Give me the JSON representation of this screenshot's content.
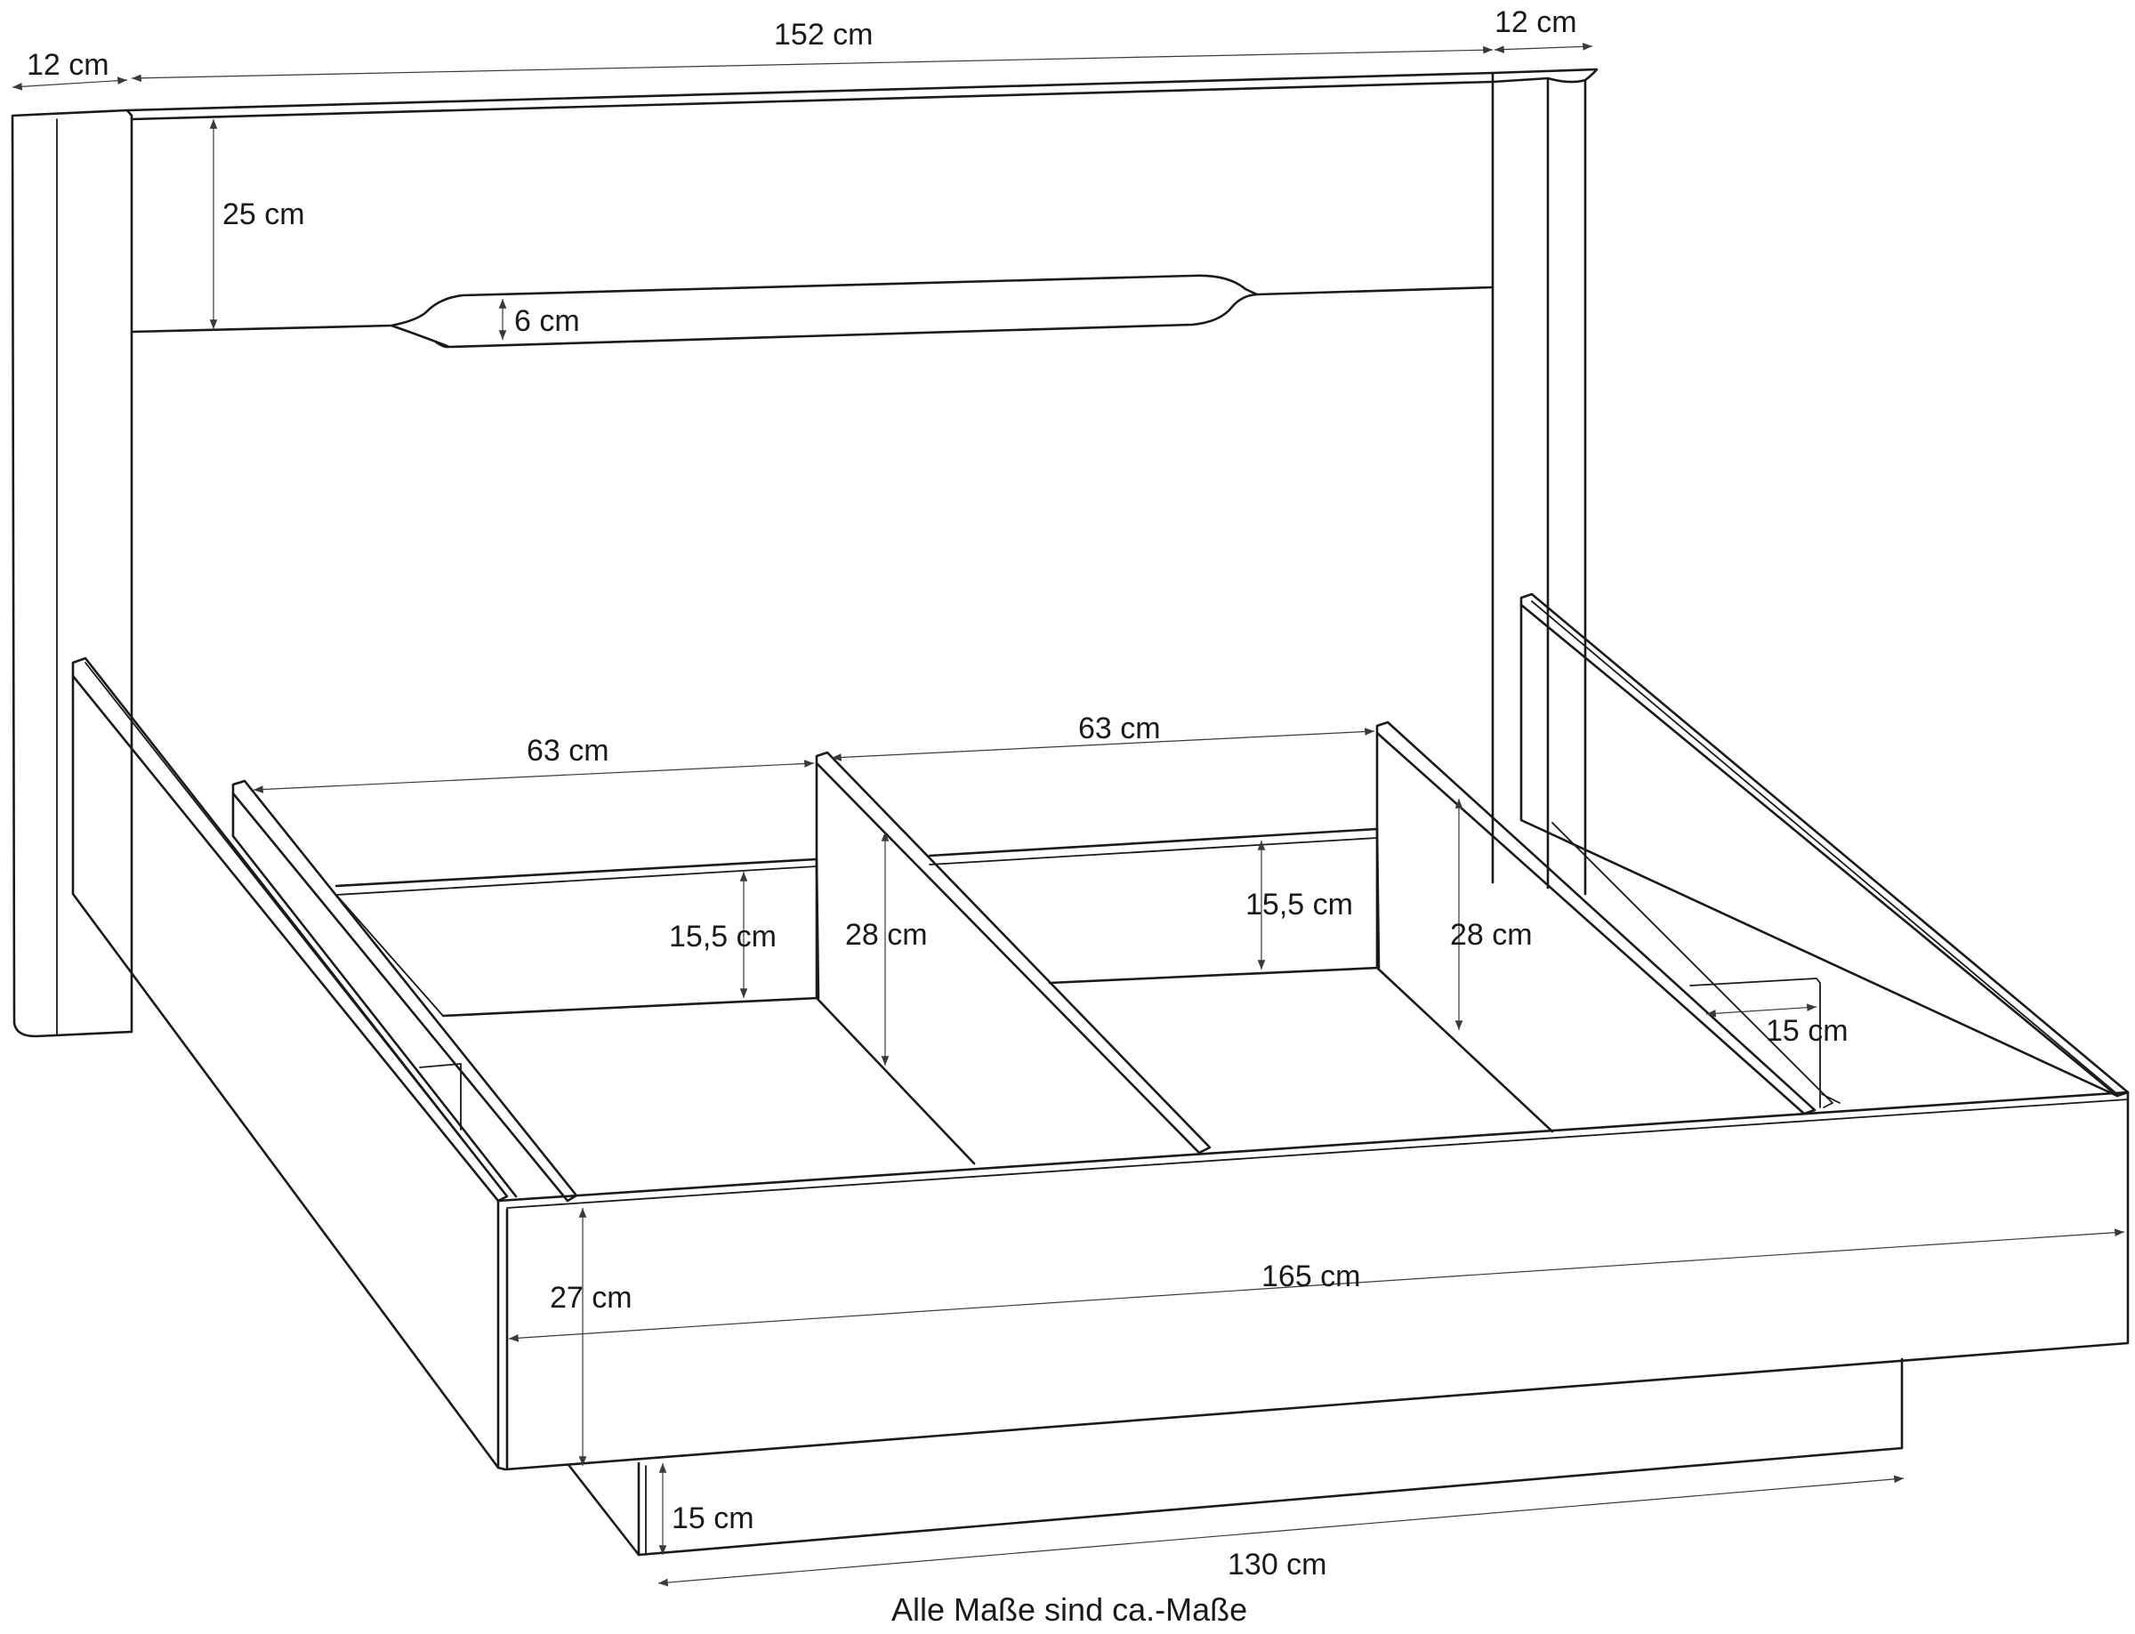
{
  "dimensions": {
    "headboard_left_post_width": "12 cm",
    "headboard_width": "152 cm",
    "headboard_right_post_width": "12 cm",
    "headboard_panel_height": "25 cm",
    "handle_slot_height": "6 cm",
    "compartment_left_width": "63 cm",
    "compartment_right_width": "63 cm",
    "inner_rail_height_left": "15,5 cm",
    "inner_rail_height_right": "15,5 cm",
    "divider_height_left": "28 cm",
    "divider_height_right": "28 cm",
    "side_inset_depth": "15 cm",
    "frame_height": "27 cm",
    "frame_width": "165 cm",
    "base_height": "15 cm",
    "base_width": "130 cm"
  },
  "caption": "Alle Maße sind ca.-Maße",
  "colors": {
    "line": "#1a1a1a",
    "background": "#ffffff"
  }
}
